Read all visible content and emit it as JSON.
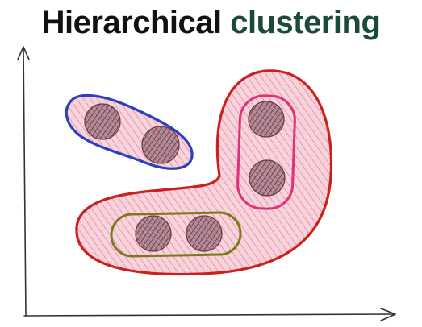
{
  "title": {
    "part1": "Hierarchical",
    "part2": "clustering"
  },
  "colors": {
    "title_text": "#111111",
    "title_accent": "#1b4a3a",
    "axis": "#333333",
    "outer_cluster_stroke": "#cc1f1f",
    "outer_cluster_fill": "#f2b8c6",
    "blue_cluster_stroke": "#2b3fbf",
    "pink_cluster_stroke": "#e0307a",
    "olive_cluster_stroke": "#7a7a1a",
    "point_fill": "#b88c98",
    "point_hatch": "#4a2a33"
  },
  "clusters": [
    {
      "name": "blue-cluster",
      "point_count": 2
    },
    {
      "name": "pink-cluster",
      "point_count": 2
    },
    {
      "name": "olive-cluster",
      "point_count": 2
    },
    {
      "name": "red-outer-cluster",
      "contains": [
        "pink-cluster",
        "olive-cluster"
      ]
    }
  ]
}
